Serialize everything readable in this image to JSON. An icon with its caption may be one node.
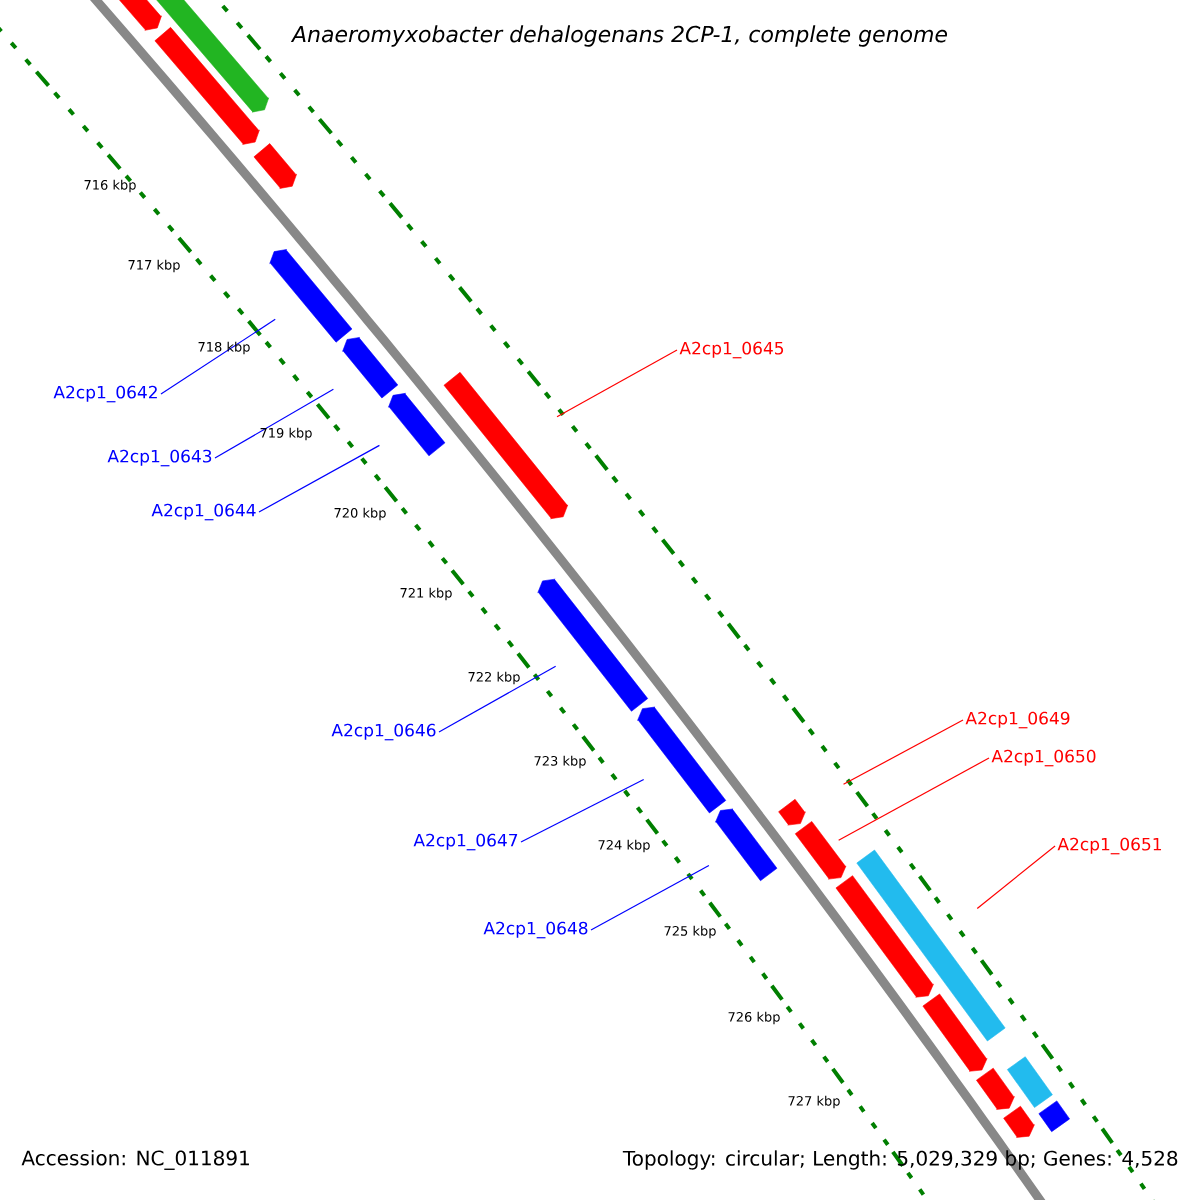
{
  "diagram": {
    "title": "Anaeromyxobacter dehalogenans 2CP-1, complete genome",
    "nodes": [
      {
        "text": [
          "A2cp1_0642"
        ]
      },
      {
        "text": [
          "A2cp1_0643"
        ]
      },
      {
        "text": [
          "A2cp1_0644"
        ]
      },
      {
        "text": [
          "A2cp1_0645"
        ]
      },
      {
        "text": [
          "A2cp1_0646"
        ]
      },
      {
        "text": [
          "A2cp1_0647"
        ]
      },
      {
        "text": [
          "A2cp1_0648"
        ]
      },
      {
        "text": [
          "A2cp1_0649"
        ]
      },
      {
        "text": [
          "A2cp1_0650"
        ]
      },
      {
        "text": [
          "A2cp1_0651"
        ]
      },
      {
        "text": [],
        "shape": "bar"
      },
      {
        "text": [],
        "shape": "bar"
      },
      {
        "text": [],
        "shape": "bar"
      },
      {
        "text": [],
        "shape": "bar"
      },
      {
        "text": [],
        "shape": "bar"
      },
      {
        "text": [],
        "shape": "bar"
      },
      {
        "text": [],
        "shape": "bar"
      },
      {
        "text": [],
        "shape": "bar"
      },
      {
        "text": [],
        "shape": "bar"
      },
      {
        "text": [],
        "shape": "bar"
      },
      {
        "text": [],
        "shape": "bar"
      },
      {
        "text": [],
        "shape": "bar"
      },
      {
        "text": [],
        "shape": "bar"
      },
      {
        "text": [],
        "shape": "box"
      },
      {
        "text": [],
        "shape": "bar"
      },
      {
        "text": [],
        "shape": "bar"
      },
      {
        "text": [],
        "shape": "bar"
      },
      {
        "text": [],
        "shape": "box"
      },
      {
        "text": [],
        "shape": "bar"
      },
      {
        "text": [],
        "shape": "box"
      }
    ],
    "edges": [
      {
        "from": 0,
        "to": 14,
        "arrow": "none"
      },
      {
        "from": 1,
        "to": 15,
        "arrow": "none"
      },
      {
        "from": 2,
        "to": 16,
        "arrow": "none"
      },
      {
        "from": 3,
        "to": 17,
        "arrow": "none",
        "color": "#ff0000"
      },
      {
        "from": 4,
        "to": 18,
        "arrow": "none"
      },
      {
        "from": 5,
        "to": 19,
        "arrow": "none"
      },
      {
        "from": 6,
        "to": 20,
        "arrow": "none"
      },
      {
        "from": 7,
        "to": 21,
        "arrow": "none",
        "color": "#ff0000"
      },
      {
        "from": 8,
        "to": 22,
        "arrow": "none",
        "color": "#ff0000"
      },
      {
        "from": 9,
        "to": 23,
        "arrow": "none",
        "color": "#ff0000"
      }
    ],
    "labels": [
      "716 kbp",
      "717 kbp",
      "718 kbp",
      "719 kbp",
      "720 kbp",
      "721 kbp",
      "722 kbp",
      "723 kbp",
      "724 kbp",
      "725 kbp",
      "726 kbp",
      "727 kbp",
      "Accession: NC_011891",
      "Topology: circular; Length: 5,029,329 bp; Genes: 4,528"
    ]
  }
}
